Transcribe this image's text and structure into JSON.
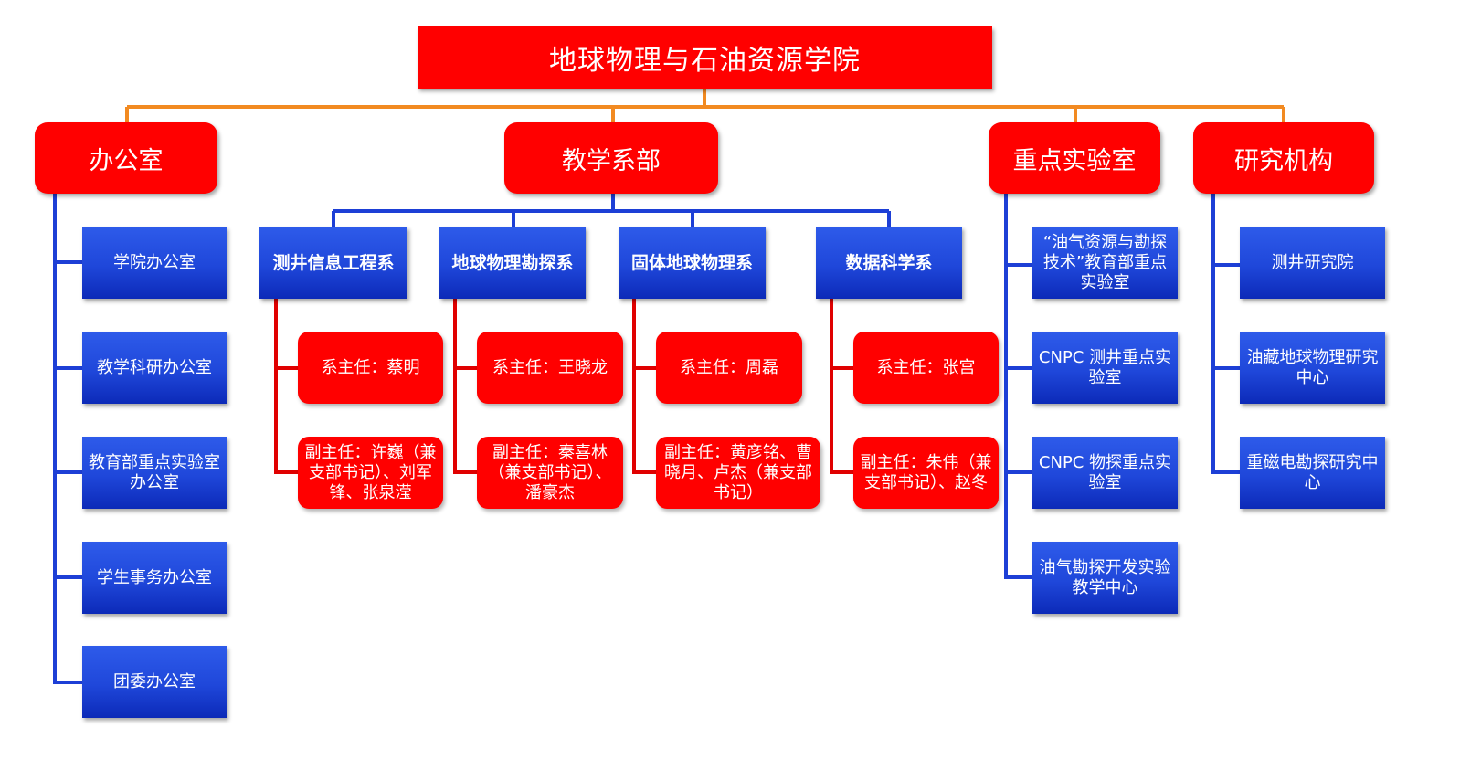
{
  "colors": {
    "red": "#ff0000",
    "blue": "#1f47da",
    "orange_connector": "#f28a21",
    "blue_connector": "#1d3fd6",
    "red_connector": "#e00000"
  },
  "root": {
    "title": "地球物理与石油资源学院"
  },
  "categories": {
    "office": {
      "label": "办公室",
      "items": [
        "学院办公室",
        "教学科研办公室",
        "教育部重点实验室办公室",
        "学生事务办公室",
        "团委办公室"
      ]
    },
    "teaching": {
      "label": "教学系部",
      "departments": [
        {
          "name": "测井信息工程系",
          "head": "系主任：蔡明",
          "deputy": "副主任：许巍（兼支部书记）、刘军锋、张泉滢"
        },
        {
          "name": "地球物理勘探系",
          "head": "系主任：王晓龙",
          "deputy": "副主任：秦喜林（兼支部书记）、潘豪杰"
        },
        {
          "name": "固体地球物理系",
          "head": "系主任：周磊",
          "deputy": "副主任：黄彦铭、曹晓月、卢杰（兼支部书记）"
        },
        {
          "name": "数据科学系",
          "head": "系主任：张宫",
          "deputy": "副主任：朱伟（兼支部书记）、赵冬"
        }
      ]
    },
    "labs": {
      "label": "重点实验室",
      "items": [
        "“油气资源与勘探技术”教育部重点实验室",
        "CNPC 测井重点实验室",
        "CNPC 物探重点实验室",
        "油气勘探开发实验教学中心"
      ]
    },
    "research": {
      "label": "研究机构",
      "items": [
        "测井研究院",
        "油藏地球物理研究中心",
        "重磁电勘探研究中心"
      ]
    }
  }
}
